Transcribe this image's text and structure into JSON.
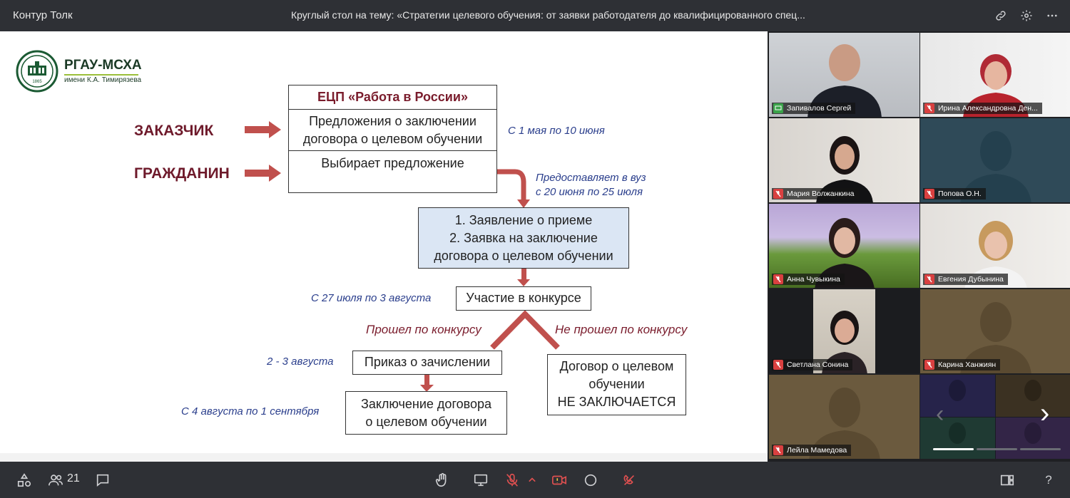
{
  "app": {
    "name": "Контур Толк",
    "meeting_title": "Круглый стол на тему: «Стратегии целевого обучения: от заявки работодателя до квалифицированного спец..."
  },
  "slide": {
    "logo_title": "РГАУ-МСХА",
    "logo_subtitle": "имени К.А. Тимирязева",
    "logo_year": "1865",
    "party_customer": "ЗАКАЗЧИК",
    "party_citizen": "ГРАЖДАНИН",
    "portal_header": "ЕЦП «Работа в России»",
    "portal_offers_line1": "Предложения о заключении",
    "portal_offers_line2": "договора о целевом обучении",
    "portal_choose": "Выбирает предложение",
    "note_period1": "С 1 мая по 10 июня",
    "note_submit_line1": "Предоставляет в вуз",
    "note_submit_line2": "с 20 июня по 25 июля",
    "docs_line1": "1. Заявление о приеме",
    "docs_line2": "2. Заявка на заключение",
    "docs_line3": "договора о целевом обучении",
    "note_contest_dates": "С 27 июля по 3 августа",
    "contest": "Участие в конкурсе",
    "passed": "Прошел по конкурсу",
    "not_passed": "Не прошел по конкурсу",
    "note_order_dates": "2 - 3 августа",
    "order": "Приказ о зачислении",
    "note_contract_dates": "С 4 августа по 1 сентября",
    "contract_line1": "Заключение договора",
    "contract_line2": "о целевом обучении",
    "no_contract_line1": "Договор о целевом",
    "no_contract_line2": "обучении",
    "no_contract_line3": "НЕ ЗАКЛЮЧАЕТСЯ"
  },
  "participants": [
    {
      "name": "Запивалов Сергей",
      "mic": "on"
    },
    {
      "name": "Ирина Александровна Ден...",
      "mic": "muted"
    },
    {
      "name": "Мария Волжанкина",
      "mic": "muted"
    },
    {
      "name": "Попова О.Н.",
      "mic": "muted"
    },
    {
      "name": "Анна Чувыкина",
      "mic": "muted"
    },
    {
      "name": "Евгения Дубынина",
      "mic": "muted"
    },
    {
      "name": "Светлана Сонина",
      "mic": "muted"
    },
    {
      "name": "Карина Ханжиян",
      "mic": "muted"
    },
    {
      "name": "Лейла Мамедова",
      "mic": "muted"
    }
  ],
  "toolbar": {
    "participants_count": "21",
    "help": "?"
  },
  "colors": {
    "topbar": "#2e3035",
    "active_outline": "#2e8bea",
    "party_text": "#6e1a2b",
    "arrow": "#c0504d",
    "note_text": "#2a3e8c",
    "docs_fill": "#dbe6f4"
  }
}
